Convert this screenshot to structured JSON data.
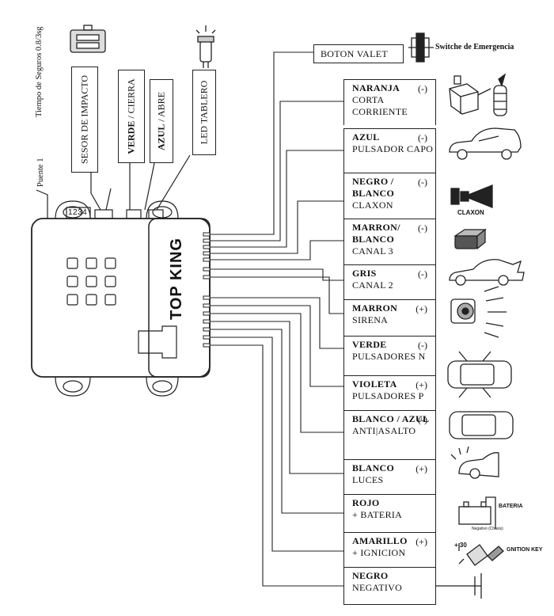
{
  "seguros_label": "Tiempo de Seguros 0.8/3sg",
  "puente_label": "Puente 1",
  "connector_numbers": "1234",
  "top_labels": [
    {
      "id": "sensor",
      "bold": "",
      "text": "SESOR DE IMPACTO"
    },
    {
      "id": "verde",
      "bold": "VERDE",
      "text": " / CIERRA"
    },
    {
      "id": "azul",
      "bold": "AZUL",
      "text": " / ABRE"
    },
    {
      "id": "led",
      "bold": "",
      "text": "LED TABLERO"
    }
  ],
  "brand_logo": "TOP KING",
  "boton_valet": "BOTON VALET",
  "switch_label": "Switche de Emergencia",
  "wires": [
    {
      "name": "NARANJA",
      "polarity": "(-)",
      "desc": "CORTA CORRIENTE",
      "icon": "relay-coil-icon"
    },
    {
      "name": "AZUL",
      "polarity": "(-)",
      "desc": "PULSADOR CAPO",
      "icon": "car-hood-icon"
    },
    {
      "name": "NEGRO / BLANCO",
      "polarity": "(-)",
      "desc": "CLAXON",
      "icon": "horn-icon"
    },
    {
      "name": "MARRON/ BLANCO",
      "polarity": "(-)",
      "desc": "CANAL 3",
      "icon": "module-box-icon"
    },
    {
      "name": "GRIS",
      "polarity": "(-)",
      "desc": "CANAL 2",
      "icon": "sedan-trunk-icon"
    },
    {
      "name": "MARRON",
      "polarity": "(+)",
      "desc": "SIRENA",
      "icon": "siren-icon"
    },
    {
      "name": "VERDE",
      "polarity": "(-)",
      "desc": "PULSADORES N",
      "icon": "car-doors-icon"
    },
    {
      "name": "VIOLETA",
      "polarity": "(+)",
      "desc": "PULSADORES P",
      "icon": "car-doors-open-icon"
    },
    {
      "name": "BLANCO / AZUL",
      "polarity": "(-)",
      "desc": "ANTI|ASALTO",
      "icon": "car-topview-icon"
    },
    {
      "name": "BLANCO",
      "polarity": "(+)",
      "desc": "LUCES",
      "icon": "car-lights-icon"
    },
    {
      "name": "ROJO",
      "polarity": "",
      "desc": "+ BATERIA",
      "icon": "battery-icon"
    },
    {
      "name": "AMARILLO",
      "polarity": "(+)",
      "desc": "+ IGNICION",
      "icon": "ignition-key-icon"
    },
    {
      "name": "NEGRO",
      "polarity": "",
      "desc": "NEGATIVO",
      "icon": "ground-icon"
    }
  ],
  "icon_text": {
    "claxon": "CLAXON",
    "bateria": "BATERIA",
    "negativo": "Negativo (Chasis)",
    "plus30": "+ 30",
    "ignition": "GNITION KEY"
  }
}
